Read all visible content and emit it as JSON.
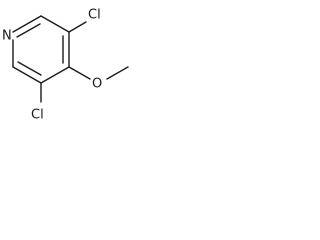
{
  "molecule": {
    "atoms": {
      "nitrogen": "N",
      "chlorine_top": "Cl",
      "oxygen": "O",
      "chlorine_bottom": "Cl"
    }
  },
  "colors": {
    "bond": "#1a1a1a",
    "text": "#1a1a1a",
    "background": "#ffffff"
  }
}
